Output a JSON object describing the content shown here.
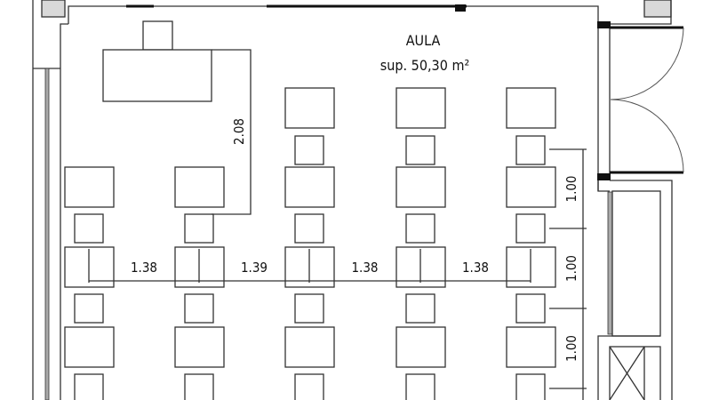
{
  "room": {
    "name": "AULA",
    "area": "sup. 50,30 m²"
  },
  "dimensions": {
    "teacher_depth": "2.08",
    "column_spacing": [
      "1.38",
      "1.39",
      "1.38",
      "1.38"
    ],
    "row_spacing": [
      "1.00",
      "1.00",
      "1.00"
    ]
  },
  "colors": {
    "line": "#333333",
    "column_fill": "#d9d9d9",
    "background": "#ffffff"
  }
}
